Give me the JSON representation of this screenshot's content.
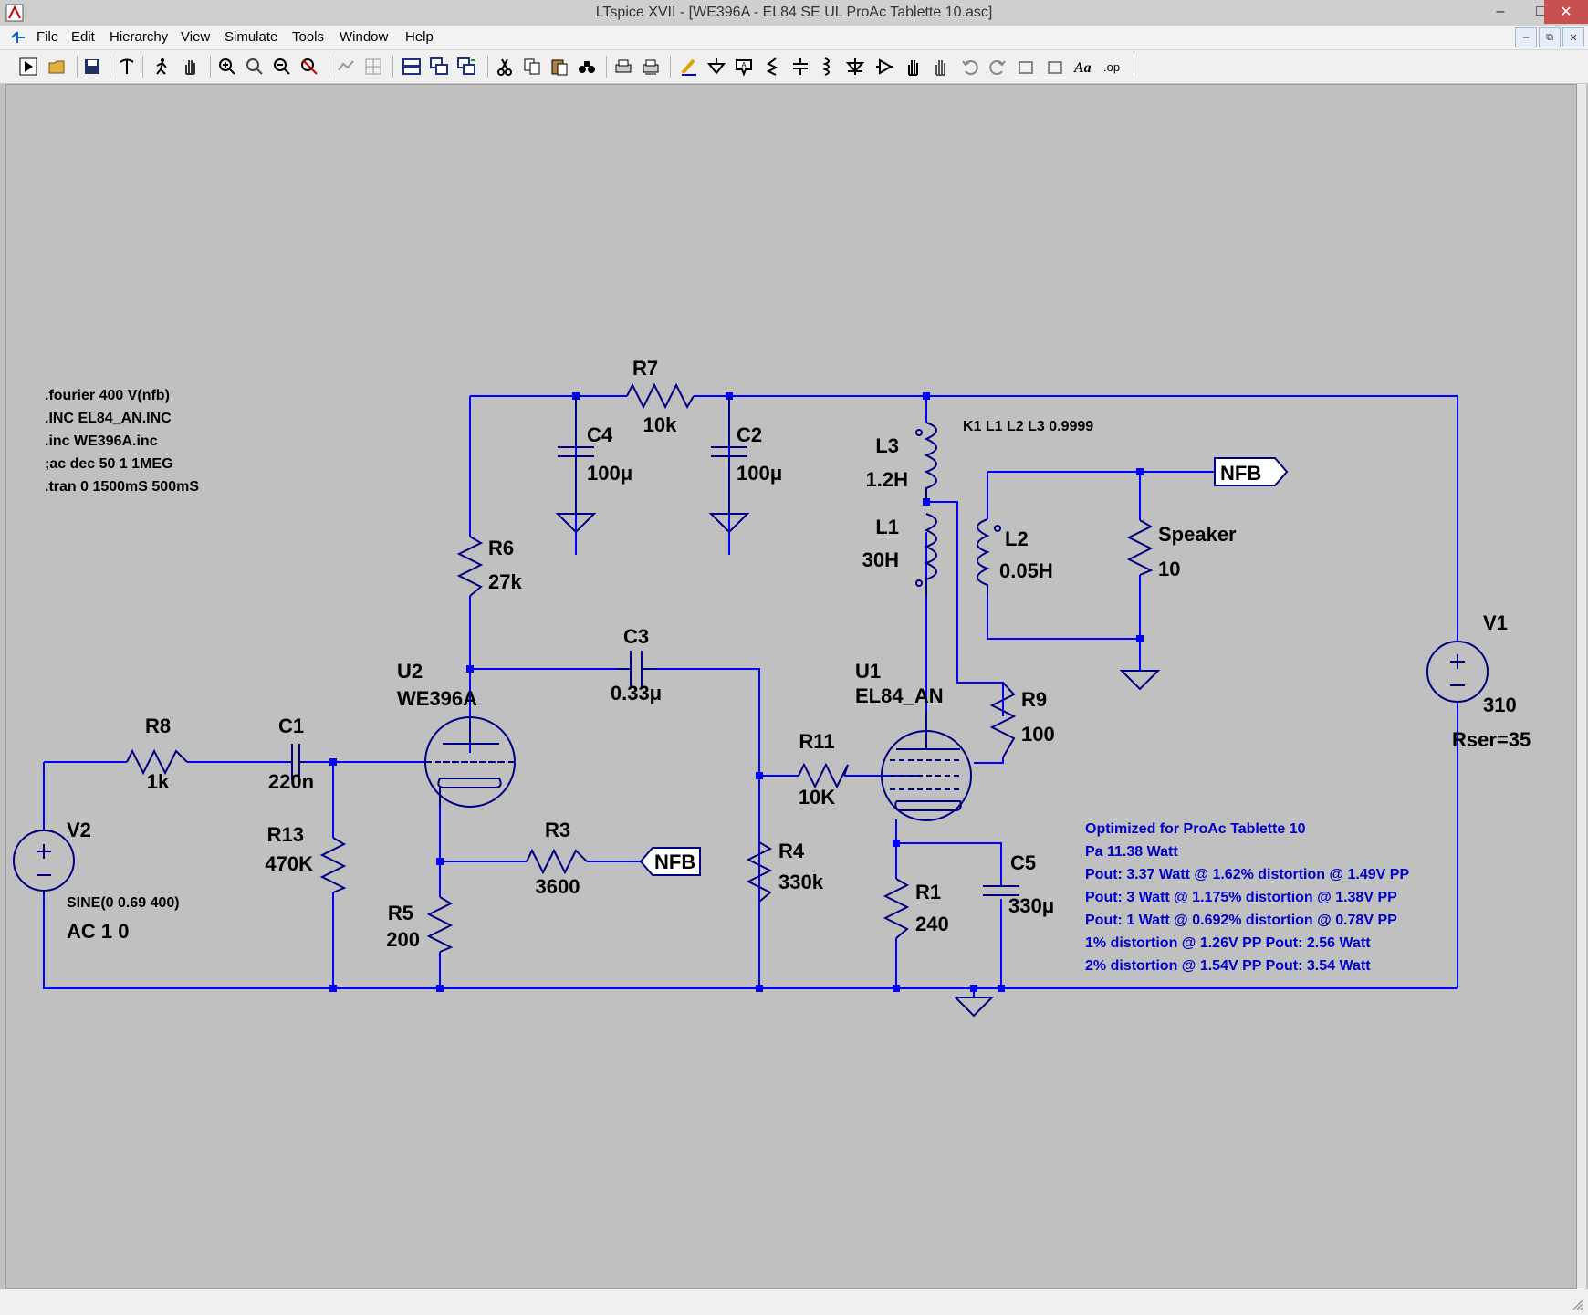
{
  "window": {
    "title": "LTspice XVII - [WE396A - EL84 SE UL ProAc Tablette 10.asc]",
    "controls": [
      "minimize-icon",
      "maximize-icon",
      "close-icon"
    ]
  },
  "menu": {
    "items": [
      {
        "label": "File"
      },
      {
        "label": "Edit"
      },
      {
        "label": "Hierarchy"
      },
      {
        "label": "View"
      },
      {
        "label": "Simulate"
      },
      {
        "label": "Tools"
      },
      {
        "label": "Window"
      },
      {
        "label": "Help"
      }
    ]
  },
  "toolbar": {
    "buttons": [
      "run-icon",
      "open-icon",
      "save-icon",
      "control-panel-icon",
      "halt-icon",
      "pan-icon",
      "zoom-in-icon",
      "zoom-area-icon",
      "zoom-out-icon",
      "zoom-fit-icon",
      "autorange-icon",
      "grid-icon",
      "tile-horizontal-icon",
      "cascade-icon",
      "tile-vertical-icon",
      "cut-icon",
      "copy-icon",
      "paste-icon",
      "find-icon",
      "print-icon",
      "print-setup-icon",
      "wire-icon",
      "ground-icon",
      "label-net-icon",
      "resistor-icon",
      "capacitor-icon",
      "inductor-icon",
      "diode-icon",
      "component-icon",
      "move-icon",
      "drag-icon",
      "undo-icon",
      "redo-icon",
      "rotate-icon",
      "mirror-icon",
      "text-icon",
      "spice-directive-icon"
    ]
  },
  "schematic": {
    "directives": [
      ".fourier 400 V(nfb)",
      ".INC EL84_AN.INC",
      ".inc WE396A.inc",
      ";ac dec 50 1 1MEG",
      ".tran 0 1500mS 500mS"
    ],
    "coupling": "K1 L1 L2 L3 0.9999",
    "components": {
      "R7": {
        "name": "R7",
        "value": "10k"
      },
      "C4": {
        "name": "C4",
        "value": "100μ"
      },
      "C2": {
        "name": "C2",
        "value": "100μ"
      },
      "L3": {
        "name": "L3",
        "value": "1.2H"
      },
      "L1": {
        "name": "L1",
        "value": "30H"
      },
      "L2": {
        "name": "L2",
        "value": "0.05H"
      },
      "Speaker": {
        "name": "Speaker",
        "value": "10"
      },
      "R6": {
        "name": "R6",
        "value": "27k"
      },
      "C3": {
        "name": "C3",
        "value": "0.33μ"
      },
      "U2": {
        "name": "U2",
        "value": "WE396A"
      },
      "U1": {
        "name": "U1",
        "value": "EL84_AN"
      },
      "R9": {
        "name": "R9",
        "value": "100"
      },
      "V1": {
        "name": "V1",
        "value": "310",
        "extra": "Rser=35"
      },
      "R8": {
        "name": "R8",
        "value": "1k"
      },
      "C1": {
        "name": "C1",
        "value": "220n"
      },
      "R11": {
        "name": "R11",
        "value": "10K"
      },
      "V2": {
        "name": "V2",
        "value": "SINE(0 0.69 400)",
        "extra": "AC 1 0"
      },
      "R13": {
        "name": "R13",
        "value": "470K"
      },
      "R3": {
        "name": "R3",
        "value": "3600"
      },
      "R4": {
        "name": "R4",
        "value": "330k"
      },
      "R5": {
        "name": "R5",
        "value": "200"
      },
      "R1": {
        "name": "R1",
        "value": "240"
      },
      "C5": {
        "name": "C5",
        "value": "330μ"
      }
    },
    "net_labels": {
      "nfb_top": "NFB",
      "nfb_bottom": "NFB"
    },
    "notes": [
      "Optimized for ProAc Tablette 10",
      "Pa 11.38 Watt",
      "Pout: 3.37 Watt @ 1.62% distortion @ 1.49V PP",
      "Pout: 3 Watt @ 1.175% distortion @ 1.38V PP",
      "Pout: 1 Watt @ 0.692% distortion @ 0.78V PP",
      "1% distortion @ 1.26V PP Pout: 2.56 Watt",
      "2% distortion @ 1.54V PP Pout: 3.54 Watt"
    ],
    "colors": {
      "wire": "#0000ff",
      "symbol": "#000080",
      "label": "#000000",
      "note": "#0000cc",
      "background": "#c0c0c0"
    }
  }
}
